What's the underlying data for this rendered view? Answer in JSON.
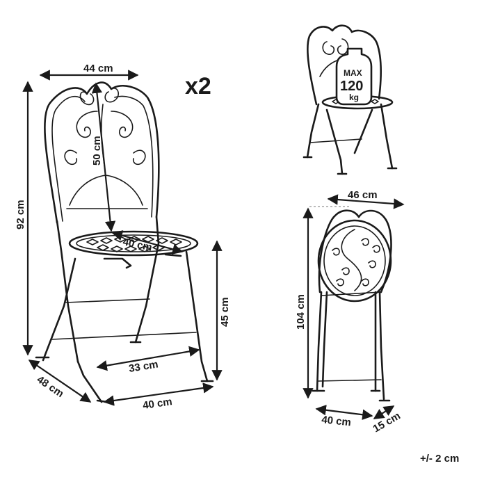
{
  "quantity": "x2",
  "tolerance": "+/- 2 cm",
  "load_badge": {
    "max": "MAX",
    "value": "120",
    "unit": "kg"
  },
  "main_chair": {
    "width_top": "44 cm",
    "height_total": "92 cm",
    "back_height": "50 cm",
    "seat_diameter": "40 cm",
    "seat_height": "45 cm",
    "inner_width": "33 cm",
    "depth": "48 cm",
    "width_bottom": "40 cm"
  },
  "folded_chair": {
    "width": "46 cm",
    "height": "104 cm",
    "width_bottom": "40 cm",
    "depth": "15 cm"
  }
}
